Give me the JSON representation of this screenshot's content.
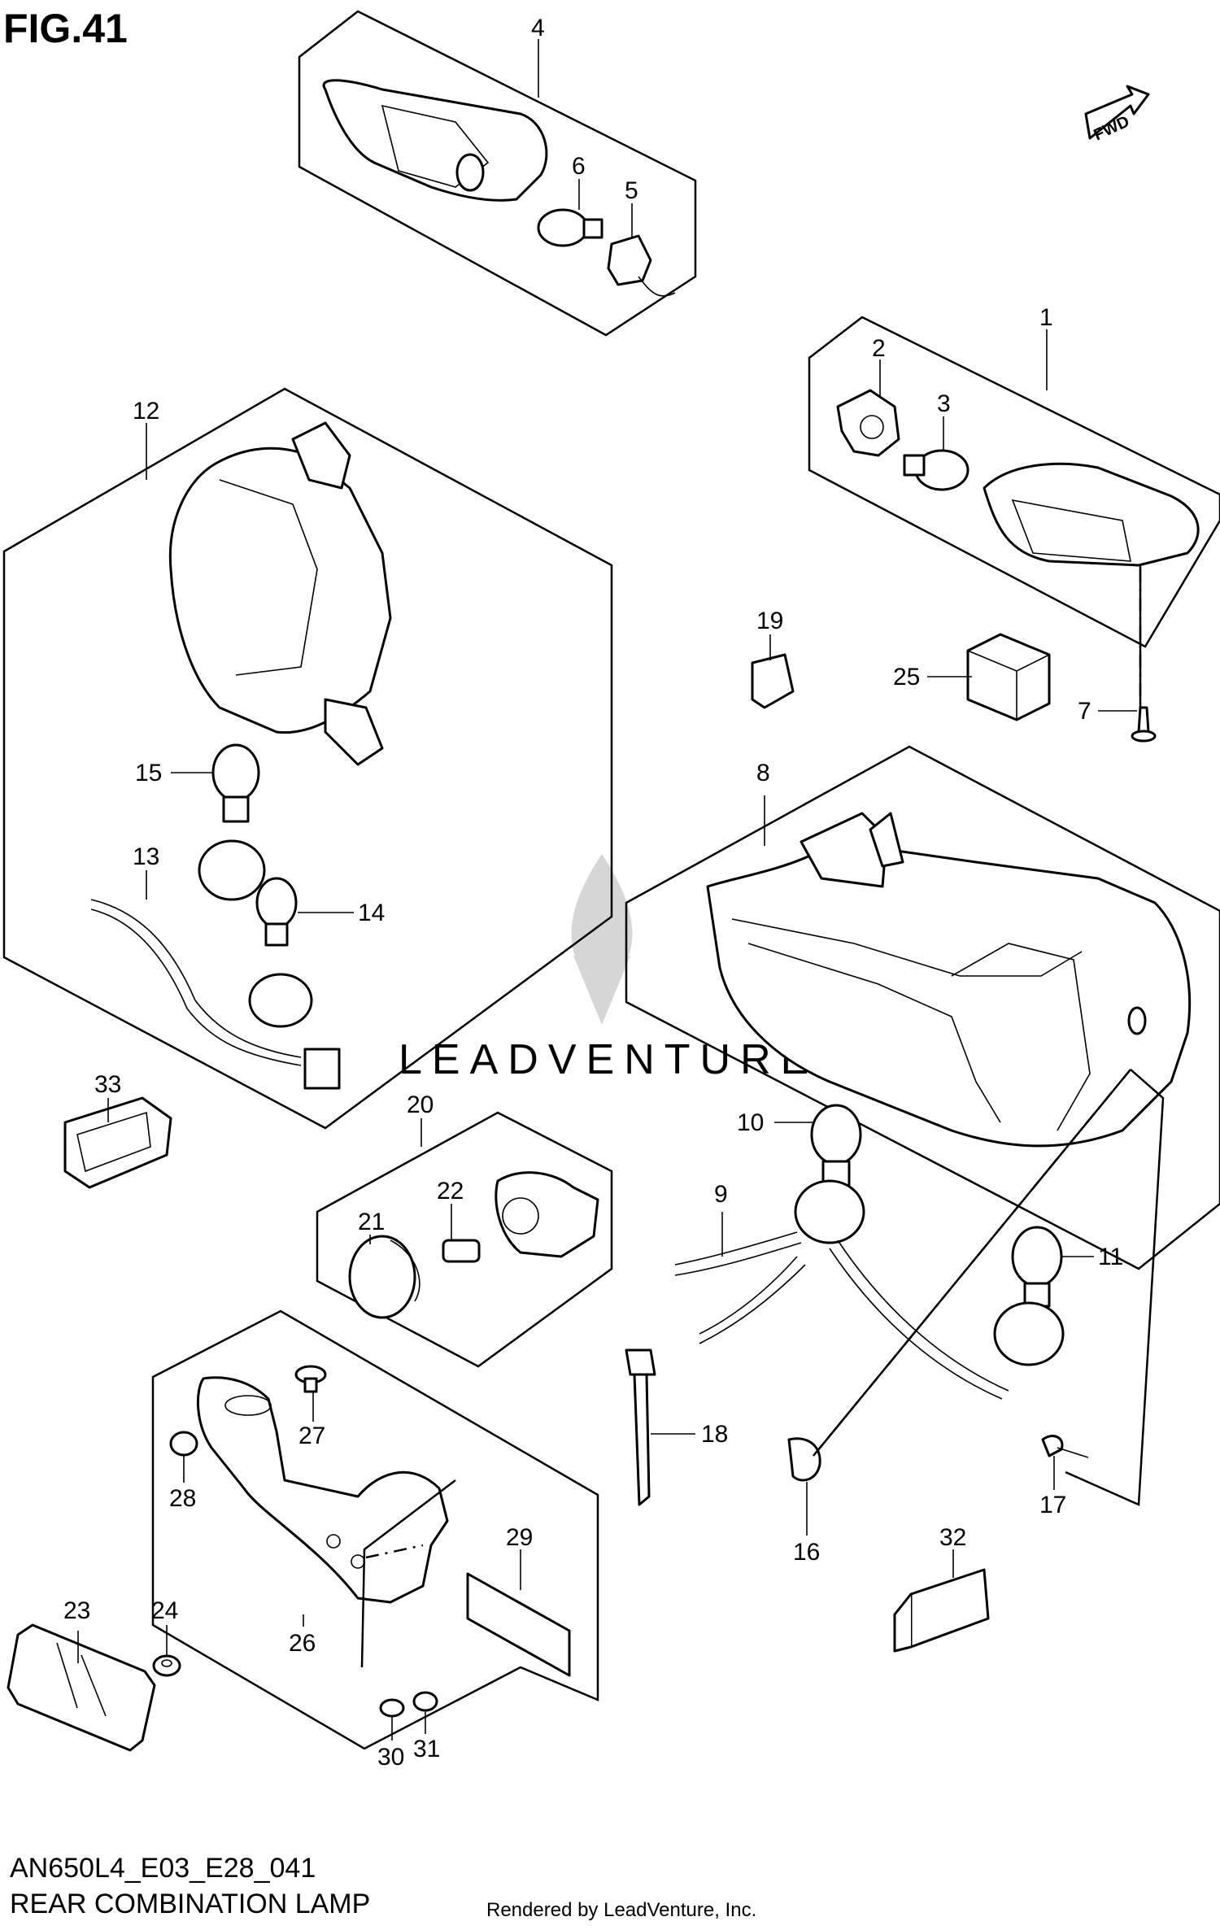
{
  "figure": {
    "title": "FIG.41",
    "model_code": "AN650L4_E03_E28_041",
    "caption": "REAR COMBINATION LAMP",
    "credit": "Rendered by LeadVenture, Inc.",
    "watermark": "LEADVENTURE",
    "fwd_label": "FWD"
  },
  "callouts": [
    "1",
    "2",
    "3",
    "4",
    "5",
    "6",
    "7",
    "8",
    "9",
    "10",
    "11",
    "12",
    "13",
    "14",
    "15",
    "16",
    "17",
    "18",
    "19",
    "20",
    "21",
    "22",
    "23",
    "24",
    "25",
    "26",
    "27",
    "28",
    "29",
    "30",
    "31",
    "32",
    "33"
  ]
}
